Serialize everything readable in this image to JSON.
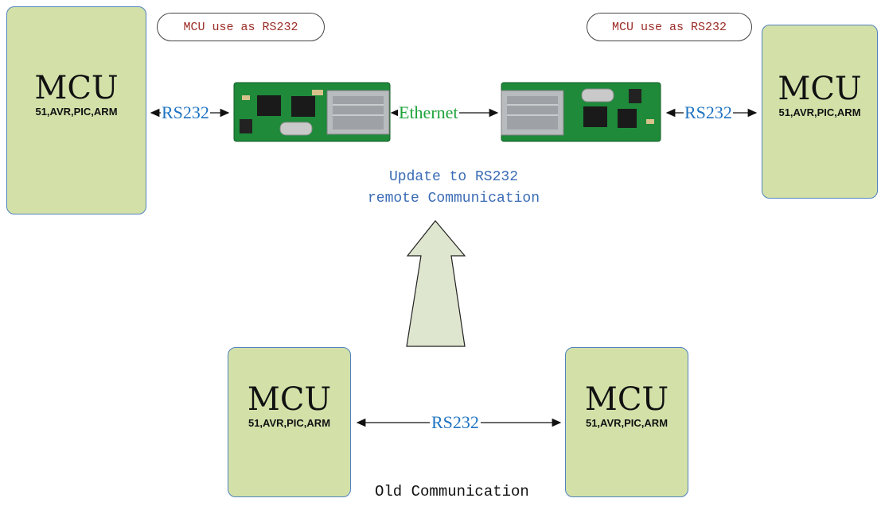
{
  "mcu_boxes": [
    {
      "title": "MCU",
      "subtitle": "51,AVR,PIC,ARM"
    },
    {
      "title": "MCU",
      "subtitle": "51,AVR,PIC,ARM"
    },
    {
      "title": "MCU",
      "subtitle": "51,AVR,PIC,ARM"
    },
    {
      "title": "MCU",
      "subtitle": "51,AVR,PIC,ARM"
    }
  ],
  "notes": {
    "left": "MCU use as RS232",
    "right": "MCU use as RS232"
  },
  "links": {
    "left_rs232": "RS232",
    "ethernet": "Ethernet",
    "right_rs232": "RS232",
    "bottom_rs232": "RS232"
  },
  "captions": {
    "update_line1": "Update to RS232",
    "update_line2": "remote Communication",
    "old": "Old Communication"
  },
  "colors": {
    "box_fill": "#d3e1a9",
    "box_border": "#4f81bd",
    "pcb_green": "#1e8a3a",
    "arrow_fill": "#dfe6cf"
  }
}
